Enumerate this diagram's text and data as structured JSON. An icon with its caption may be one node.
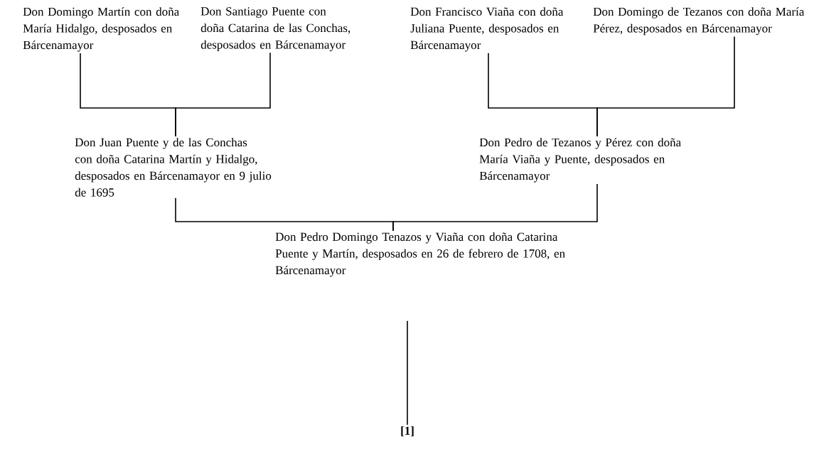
{
  "diagram": {
    "nodes": [
      {
        "text": [
          "Don Domingo Martín con doña María Hidalgo, desposados en Bárcenamayor"
        ]
      },
      {
        "text": [
          "Don Santiago Puente con doña Catarina de las Conchas, desposados en Bárcenamayor"
        ]
      },
      {
        "text": [
          "Don Francisco Viaña con doña Juliana Puente, desposados en Bárcenamayor"
        ]
      },
      {
        "text": [
          "Don Domingo de Tezanos con doña María Pérez, desposados en Bárcenamayor"
        ]
      },
      {
        "text": [
          "Don Juan Puente y de las Conchas con doña Catarina Martín y Hidalgo, desposados en Bárcenamayor en 9 julio de 1695"
        ]
      },
      {
        "text": [
          "Don Pedro de Tezanos y Pérez con doña María Viaña y Puente, desposados en Bárcenamayor"
        ]
      },
      {
        "text": [
          "Don Pedro Domingo Tenazos y Viaña con doña Catarina Puente y Martín, desposados en 26 de febrero de 1708, en Bárcenamayor"
        ]
      },
      {
        "text": [
          "[1]"
        ]
      }
    ],
    "edges": [
      {
        "from": 0,
        "to": 4,
        "arrow": "none"
      },
      {
        "from": 1,
        "to": 4,
        "arrow": "none"
      },
      {
        "from": 2,
        "to": 5,
        "arrow": "none"
      },
      {
        "from": 3,
        "to": 5,
        "arrow": "none"
      },
      {
        "from": 4,
        "to": 6,
        "arrow": "none"
      },
      {
        "from": 5,
        "to": 6,
        "arrow": "none"
      },
      {
        "from": 6,
        "to": 7,
        "arrow": "none"
      }
    ]
  }
}
